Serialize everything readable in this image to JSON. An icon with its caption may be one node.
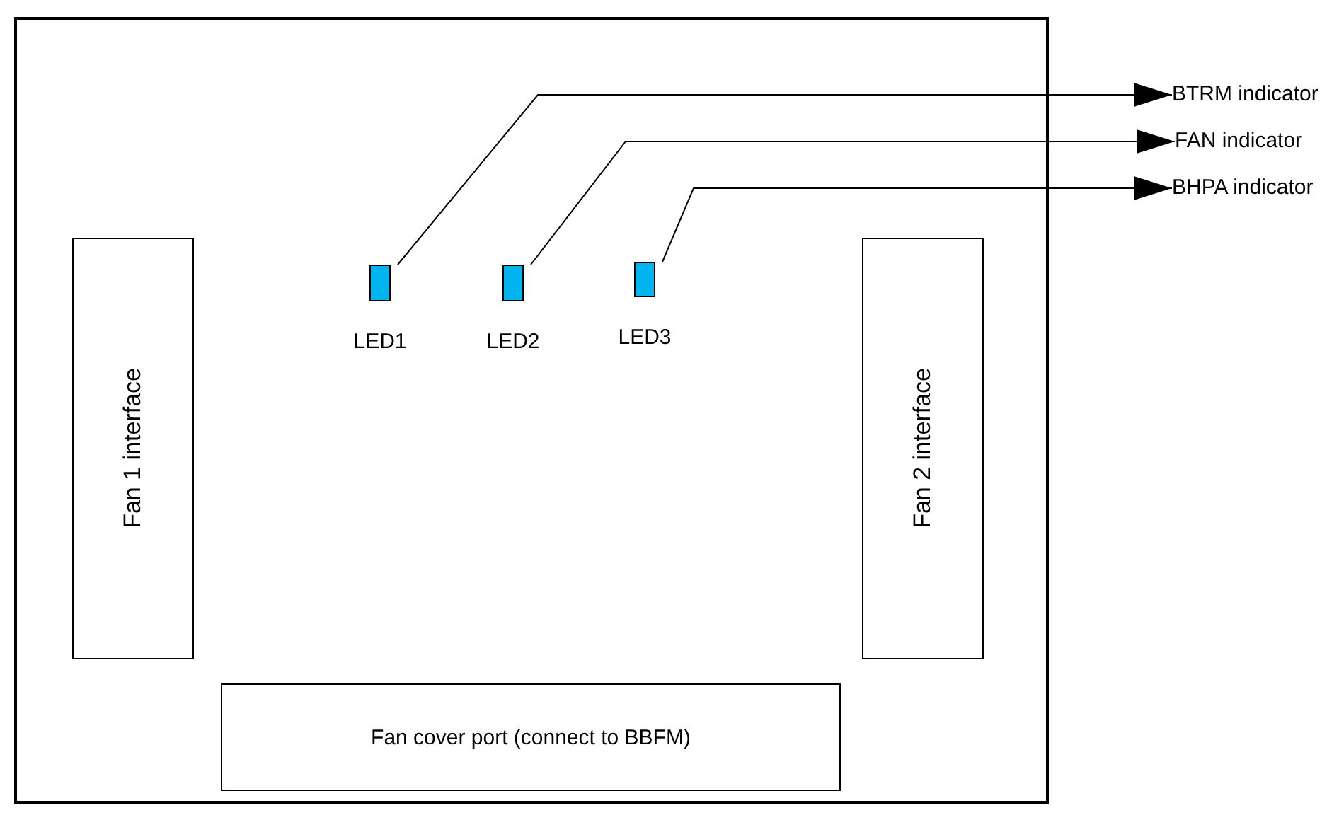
{
  "diagram": {
    "nodes": [
      {
        "text": [],
        "shape": "box"
      },
      {
        "text": [
          "Fan 1 interface"
        ],
        "in": 0
      },
      {
        "text": [
          "Fan 2 interface"
        ],
        "in": 0
      },
      {
        "text": [
          "Fan cover port (connect to BBFM)"
        ],
        "in": 0
      },
      {
        "text": [],
        "shape": "box",
        "in": 0,
        "beside": [
          "LED1"
        ]
      },
      {
        "text": [],
        "shape": "box",
        "in": 0,
        "beside": [
          "LED2"
        ]
      },
      {
        "text": [],
        "shape": "box",
        "in": 0,
        "beside": [
          "LED3"
        ]
      },
      {
        "text": [
          "BTRM indicator"
        ]
      },
      {
        "text": [
          "FAN indicator"
        ]
      },
      {
        "text": [
          "BHPA indicator"
        ]
      }
    ],
    "edges": [
      {
        "from": 4,
        "to": 7,
        "arrow": "to"
      },
      {
        "from": 5,
        "to": 8,
        "arrow": "to"
      },
      {
        "from": 6,
        "to": 9,
        "arrow": "to"
      }
    ]
  }
}
